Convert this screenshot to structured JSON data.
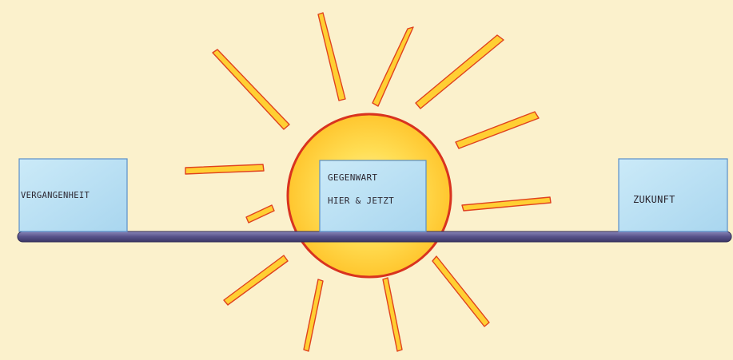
{
  "diagram": {
    "boxes": [
      {
        "id": "past",
        "label": "Vergangenheit"
      },
      {
        "id": "present",
        "label_line1": "Gegenwart",
        "label_line2": "Hier & Jetzt"
      },
      {
        "id": "future",
        "label": "Zukunft"
      }
    ],
    "colors": {
      "background": "#fbf1cc",
      "sun_fill": "#ffd23a",
      "sun_outline": "#d9331f",
      "ray_fill": "#ffcf33",
      "ray_edge": "#e0421e",
      "box_fill": "#bfe4f6",
      "box_edge": "#5a8fc8",
      "timeline": "#5b5685"
    }
  }
}
